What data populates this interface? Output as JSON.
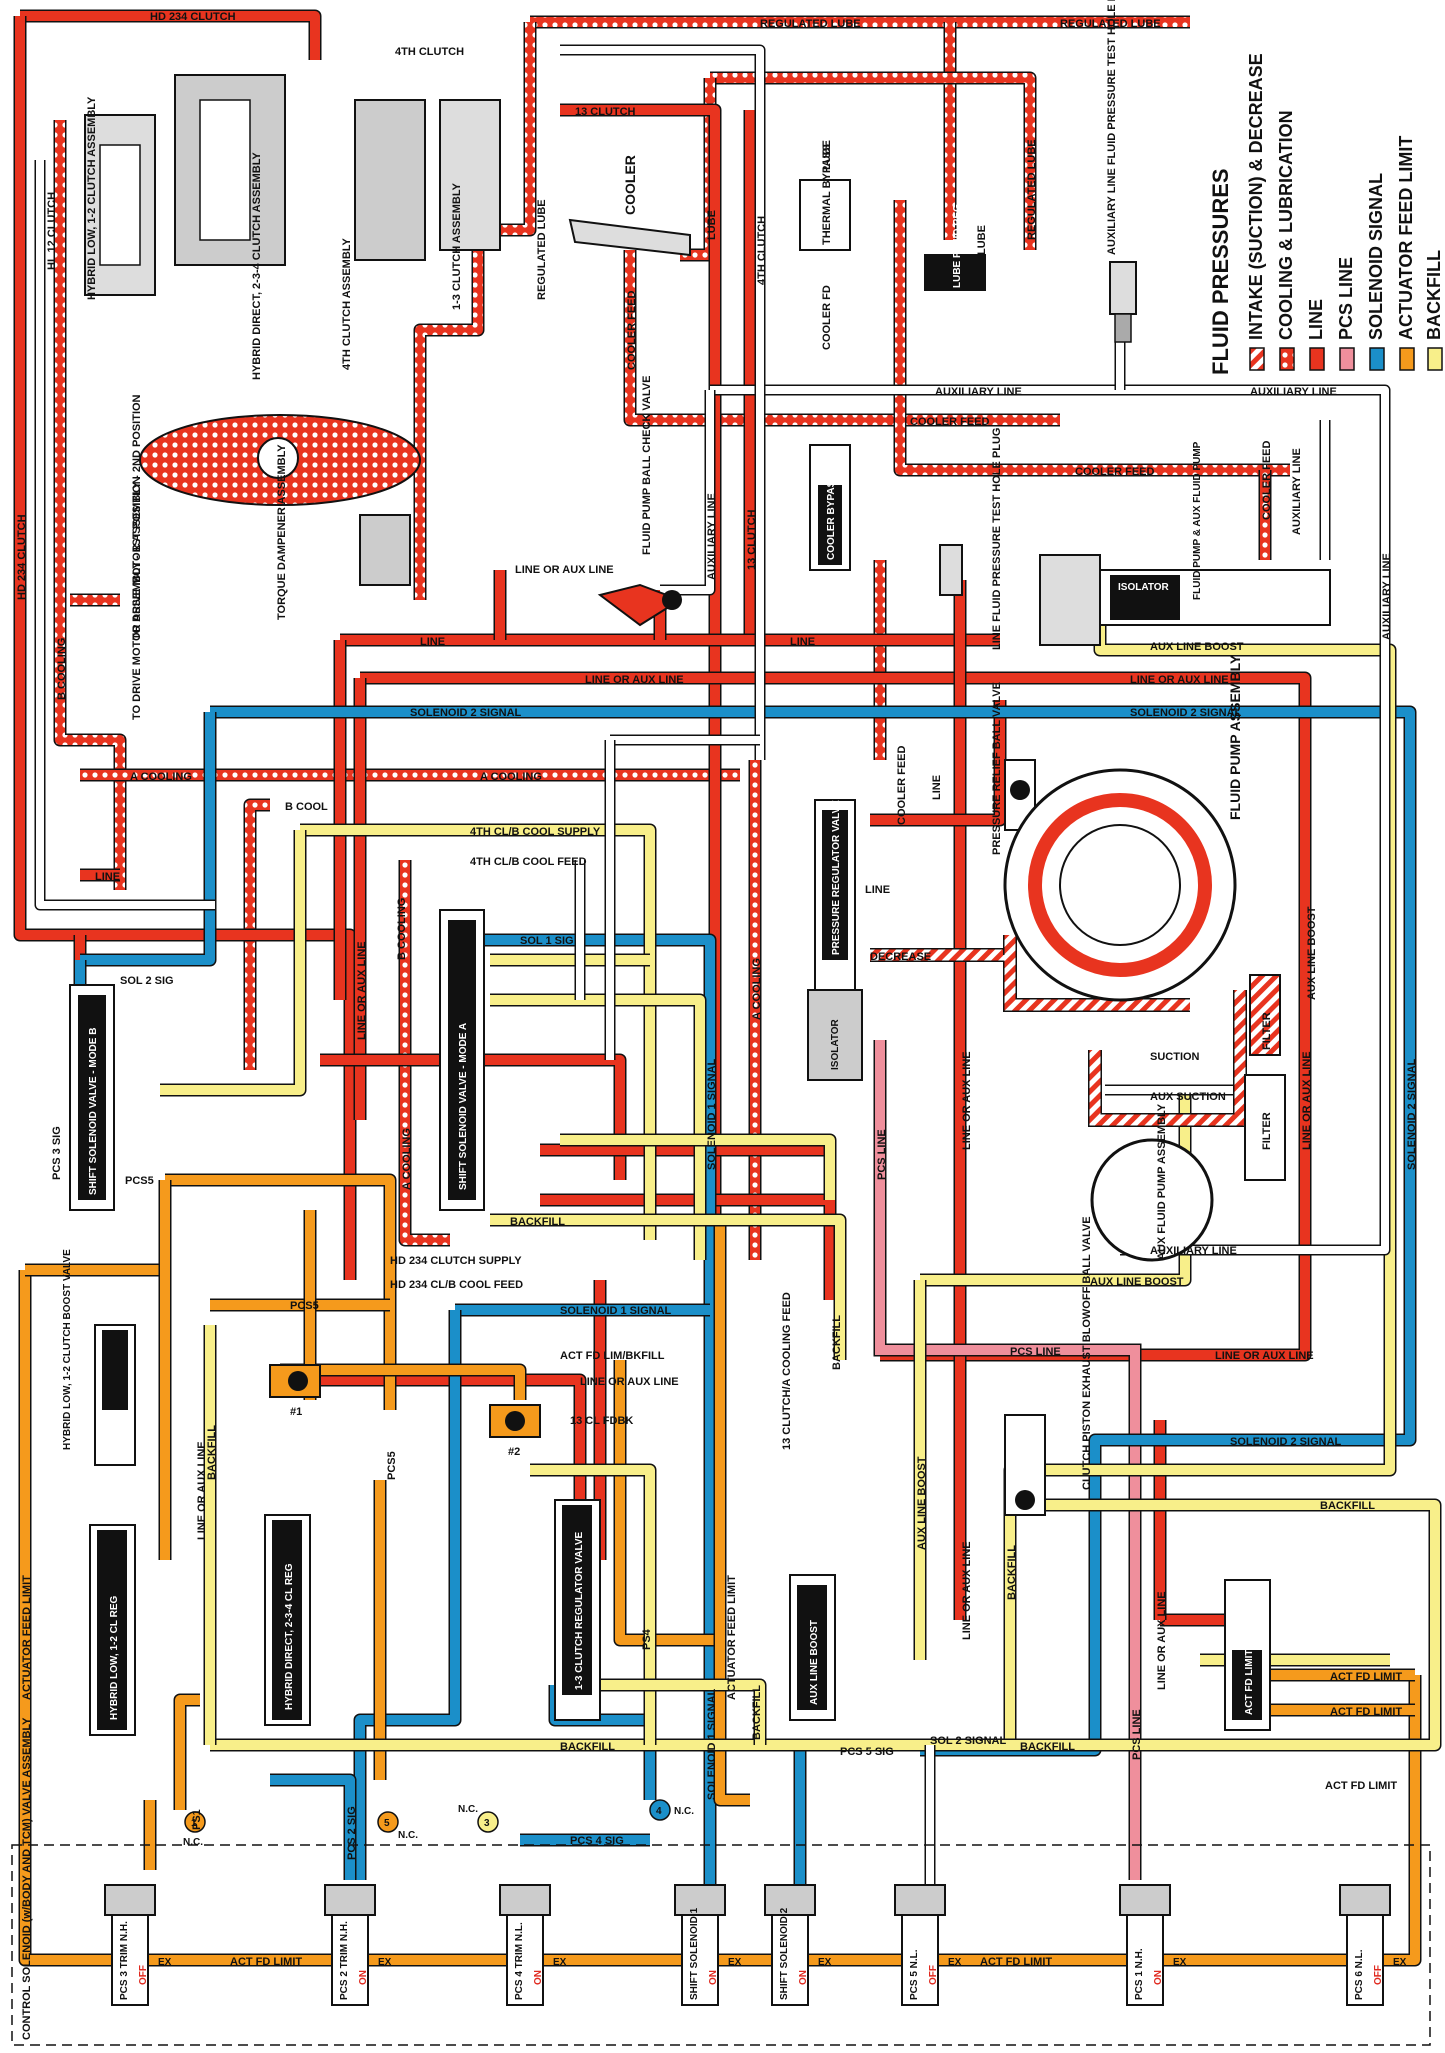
{
  "legend": {
    "title": "FLUID PRESSURES",
    "items": [
      {
        "label": "INTAKE (SUCTION) & DECREASE",
        "color": "#e94a3a",
        "pattern": "stripes"
      },
      {
        "label": "COOLING & LUBRICATION",
        "color": "#e94a3a",
        "pattern": "dots"
      },
      {
        "label": "LINE",
        "color": "#e8341f",
        "pattern": "solid"
      },
      {
        "label": "PCS LINE",
        "color": "#ef8f9c",
        "pattern": "solid"
      },
      {
        "label": "SOLENOID SIGNAL",
        "color": "#1b8fc9",
        "pattern": "solid"
      },
      {
        "label": "ACTUATOR FEED LIMIT",
        "color": "#f59a1c",
        "pattern": "solid"
      },
      {
        "label": "BACKFILL",
        "color": "#f8ef8a",
        "pattern": "solid"
      }
    ]
  },
  "components": {
    "hybrid_low": "HYBRID LOW, 1-2 CLUTCH ASSEMBLY",
    "hybrid_direct": "HYBRID DIRECT, 2-3-4 CLUTCH ASSEMBLY",
    "fourth_clutch": "4TH CLUTCH ASSEMBLY",
    "one_three_clutch": "1-3 CLUTCH ASSEMBLY",
    "cooler": "COOLER",
    "thermal_bypass": "THERMAL BYPASS",
    "lube_fluid_reg": "LUBE FLUID REG",
    "aux_line_plug": "AUXILIARY LINE FLUID PRESSURE TEST HOLE PLUG",
    "torque_dampener": "TORQUE DAMPENER ASSEMBLY",
    "drive_motor_2": "TO DRIVE MOTOR ASSEMBLY - 2ND POSITION",
    "drive_motor_1": "TO DRIVE MOTOR ASSEMBLY - 1ST POSITION",
    "ball_check": "FLUID PUMP BALL CHECK VALVE",
    "cooler_bypass": "COOLER BYPASS",
    "line_plug": "LINE FLUID PRESSURE TEST HOLE PLUG",
    "isolator": "ISOLATOR",
    "fluid_pump_aux_valve": "FLUID PUMP & AUX FLUID PUMP",
    "pressure_regulator": "PRESSURE REGULATOR VALVE",
    "pressure_relief": "PRESSURE RELIEF BALL VALVE",
    "fluid_pump": "FLUID PUMP ASSEMBLY",
    "filter": "FILTER",
    "aux_fluid_pump": "AUX FLUID PUMP ASSEMBLY",
    "shift_sol_b": "SHIFT SOLENOID VALVE - MODE B",
    "shift_sol_a": "SHIFT SOLENOID VALVE - MODE A",
    "hl_boost": "HYBRID LOW, 1-2 CLUTCH BOOST VALVE",
    "hl_reg": "HYBRID LOW, 1-2 CL REG",
    "hd_reg": "HYBRID DIRECT, 2-3-4 CL REG",
    "one_three_reg": "1-3 CLUTCH REGULATOR VALVE",
    "aux_line_boost": "AUX LINE BOOST",
    "clutch_piston_blowoff": "CLUTCH PISTON EXHAUST BLOWOFF BALL VALVE",
    "act_fd_limit_valve": "ACT FD LIMIT",
    "control_solenoid": "CONTROL SOLENOID (w/BODY AND TCM) VALVE ASSEMBLY",
    "check1": "#1",
    "check2": "#2"
  },
  "passages": {
    "hd234_clutch": "HD 234 CLUTCH",
    "hl12_clutch": "HL 12 CLUTCH",
    "regulated_lube": "REGULATED LUBE",
    "fourth_clutch": "4TH CLUTCH",
    "thirteen_clutch": "13 CLUTCH",
    "lube": "LUBE",
    "cooler_feed": "COOLER FEED",
    "cooler_fd": "COOLER FD",
    "auxiliary_line": "AUXILIARY LINE",
    "line_or_aux": "LINE OR AUX LINE",
    "line": "LINE",
    "aux_line_boost": "AUX LINE BOOST",
    "sol2_signal": "SOLENOID 2 SIGNAL",
    "sol1_signal": "SOLENOID 1 SIGNAL",
    "a_cooling": "A COOLING",
    "b_cooling": "B COOLING",
    "b_cool": "B COOL",
    "fourth_cool_supply": "4TH CL/B COOL SUPPLY",
    "fourth_cool_feed": "4TH CL/B COOL FEED",
    "decrease": "DECREASE",
    "suction": "SUCTION",
    "aux_suction": "AUX SUCTION",
    "backfill": "BACKFILL",
    "pcs_line": "PCS LINE",
    "act_fd_limit": "ACT FD LIMIT",
    "actuator_feed_limit": "ACTUATOR FEED LIMIT",
    "sol1_sig": "SOL 1 SIG",
    "sol2_sig": "SOL 2 SIG",
    "pcs5": "PCS5",
    "pcs1": "PS1",
    "pcs3_sig": "PCS 3 SIG",
    "hd234_cool_supply": "HD 234 CLUTCH SUPPLY",
    "hd234_cool_feed": "HD 234 CL/B COOL FEED",
    "thirteen_fdbk": "13 CL FDBK",
    "act_fd_lim_bkfill": "ACT FD LIM/BKFILL",
    "sol2_signal_short": "SOL 2 SIGNAL",
    "thirteen_cooling": "13 CLUTCH/A COOLING FEED",
    "pcs5_sig": "PCS 5 SIG",
    "ps4": "PS4",
    "pcs4_sig": "PCS 4 SIG",
    "pcs2_sig": "PCS 2 SIG",
    "ex": "EX"
  },
  "solenoids": [
    {
      "id": "pcs3",
      "name": "PCS 3 TRIM N.H.",
      "state": "OFF"
    },
    {
      "id": "pcs2",
      "name": "PCS 2 TRIM N.H.",
      "state": "ON"
    },
    {
      "id": "pcs4",
      "name": "PCS 4 TRIM N.L.",
      "state": "ON"
    },
    {
      "id": "ss1",
      "name": "SHIFT SOLENOID 1",
      "state": "ON"
    },
    {
      "id": "ss2",
      "name": "SHIFT SOLENOID 2",
      "state": "ON"
    },
    {
      "id": "pcs5",
      "name": "PCS 5 N.L.",
      "state": "OFF"
    },
    {
      "id": "pcs1",
      "name": "PCS 1 N.H.",
      "state": "ON"
    },
    {
      "id": "pcs6",
      "name": "PCS 6 N.L.",
      "state": "OFF"
    }
  ],
  "solenoid_taps": {
    "nc1": "1",
    "nc5": "5",
    "nc3": "3",
    "nc4": "4",
    "nc": "N.C."
  }
}
